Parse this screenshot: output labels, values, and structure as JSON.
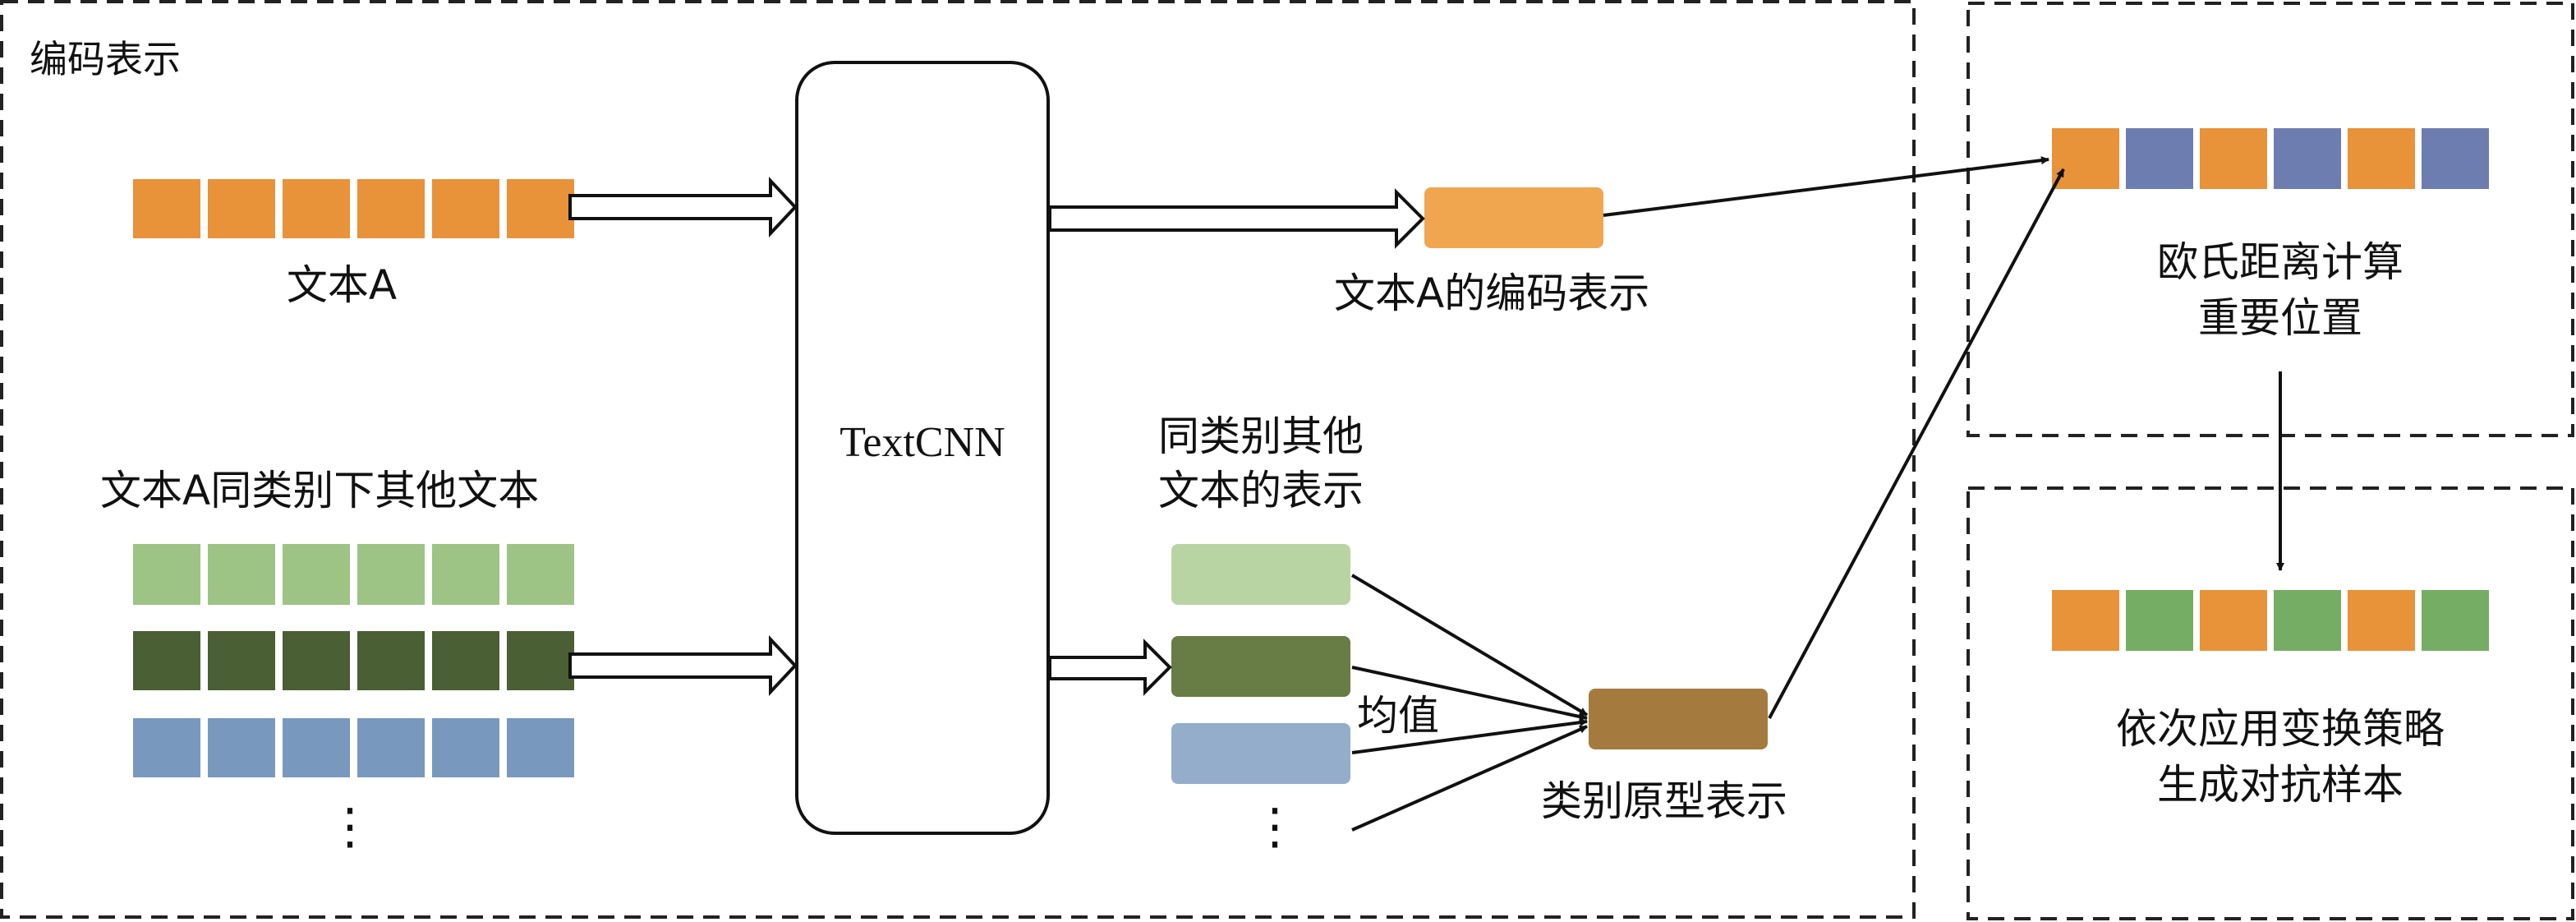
{
  "labels": {
    "encoding_section": "编码表示",
    "text_a": "文本A",
    "same_class_texts": "文本A同类别下其他文本",
    "model": "TextCNN",
    "text_a_encoding": "文本A的编码表示",
    "same_class_repr_line1": "同类别其他",
    "same_class_repr_line2": "文本的表示",
    "mean": "均值",
    "class_prototype": "类别原型表示",
    "euclid_line1": "欧氏距离计算",
    "euclid_line2": "重要位置",
    "transform_line1": "依次应用变换策略",
    "transform_line2": "生成对抗样本",
    "ellipsis": "⋮"
  },
  "colors": {
    "orange": "#E8923A",
    "orange_light": "#F0A64E",
    "purple": "#6E7DB0",
    "green_light": "#9DC385",
    "green_dark": "#4A5F33",
    "blue": "#7899BD",
    "pale_green": "#B9D4A3",
    "olive": "#687C45",
    "pale_blue": "#93ADCB",
    "brown": "#A57A3E",
    "mid_green": "#76AD64"
  },
  "token_rows": {
    "text_a": [
      "orange",
      "orange",
      "orange",
      "orange",
      "orange",
      "orange"
    ],
    "same_class_1": [
      "green_light",
      "green_light",
      "green_light",
      "green_light",
      "green_light",
      "green_light"
    ],
    "same_class_2": [
      "green_dark",
      "green_dark",
      "green_dark",
      "green_dark",
      "green_dark",
      "green_dark"
    ],
    "same_class_3": [
      "blue",
      "blue",
      "blue",
      "blue",
      "blue",
      "blue"
    ],
    "importance": [
      "orange",
      "purple",
      "orange",
      "purple",
      "orange",
      "purple"
    ],
    "adversarial": [
      "orange",
      "mid_green",
      "orange",
      "mid_green",
      "orange",
      "mid_green"
    ]
  },
  "encoding_blocks": {
    "text_a_encoding": "orange_light",
    "same_class_reprs": [
      "pale_green",
      "olive",
      "pale_blue"
    ],
    "prototype": "brown"
  }
}
